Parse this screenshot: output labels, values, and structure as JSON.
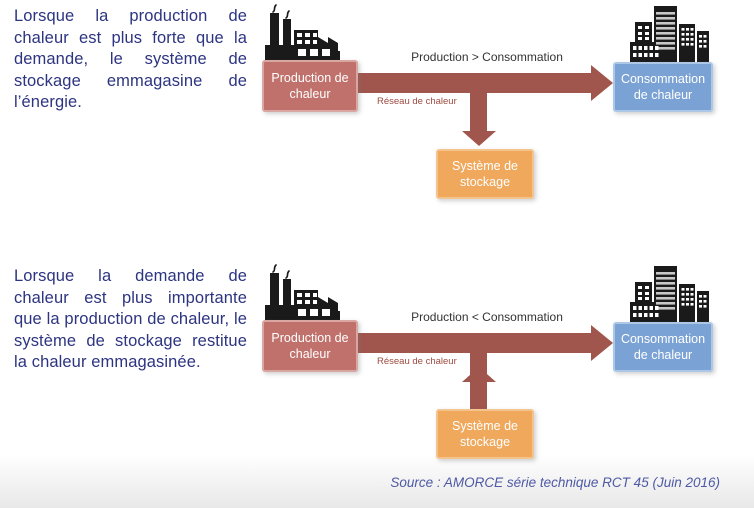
{
  "colors": {
    "paragraph_text": "#2d3480",
    "flow_arrow": "#a0564c",
    "production_box_fill": "#c0716b",
    "production_box_border": "#d9a6a1",
    "consumption_box_fill": "#7ba2d4",
    "consumption_box_border": "#adc8e6",
    "storage_box_fill": "#f0a85c",
    "storage_box_border": "#f3c48e",
    "network_label_text": "#9c4a40",
    "source_text": "#4e59a4",
    "icon_color": "#1a1a1a"
  },
  "diagram1": {
    "paragraph": "Lorsque la production de chaleur est plus forte que la demande, le système de stockage emmagasine de l’énergie.",
    "flow_label": "Production > Consommation",
    "network_label": "Réseau de chaleur",
    "production_box_label": "Production de chaleur",
    "consumption_box_label": "Consommation de chaleur",
    "storage_box_label": "Système de stockage",
    "storage_flow_direction": "down",
    "factory_icon": "factory-icon",
    "city_icon": "city-buildings-icon"
  },
  "diagram2": {
    "paragraph": "Lorsque la demande de chaleur est plus importante que la production de chaleur, le système de stockage restitue la chaleur emmagasinée.",
    "flow_label": "Production < Consommation",
    "network_label": "Réseau de chaleur",
    "production_box_label": "Production de chaleur",
    "consumption_box_label": "Consommation de chaleur",
    "storage_box_label": "Système de stockage",
    "storage_flow_direction": "up",
    "factory_icon": "factory-icon",
    "city_icon": "city-buildings-icon"
  },
  "source_caption": "Source : AMORCE série technique RCT 45 (Juin 2016)"
}
